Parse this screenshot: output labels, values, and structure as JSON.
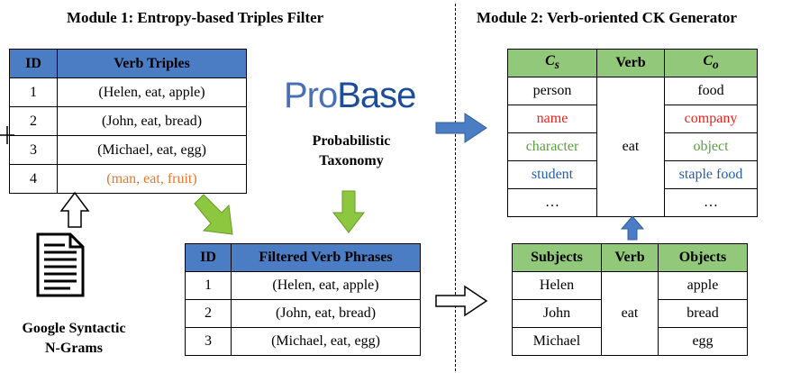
{
  "module1": {
    "title": "Module 1: Entropy-based Triples Filter",
    "triples_table": {
      "headers": [
        "ID",
        "Verb Triples"
      ],
      "rows": [
        {
          "id": "1",
          "triple": "(Helen, eat, apple)"
        },
        {
          "id": "2",
          "triple": "(John, eat, bread)"
        },
        {
          "id": "3",
          "triple": "(Michael, eat, egg)"
        },
        {
          "id": "4",
          "triple": "(man, eat, fruit)"
        }
      ]
    },
    "source_label_line1": "Google Syntactic",
    "source_label_line2": "N-Grams",
    "probase": {
      "logo_part1": "Pro",
      "logo_part2": "Base",
      "caption_line1": "Probabilistic",
      "caption_line2": "Taxonomy"
    },
    "filtered_table": {
      "headers": [
        "ID",
        "Filtered Verb Phrases"
      ],
      "rows": [
        {
          "id": "1",
          "phrase": "(Helen, eat, apple)"
        },
        {
          "id": "2",
          "phrase": "(John, eat, bread)"
        },
        {
          "id": "3",
          "phrase": "(Michael, eat, egg)"
        }
      ]
    }
  },
  "module2": {
    "title": "Module 2: Verb-oriented CK Generator",
    "ck_table": {
      "header_cs": "C",
      "header_cs_sub": "s",
      "header_verb": "Verb",
      "header_co": "C",
      "header_co_sub": "o",
      "verb": "eat",
      "rows": [
        {
          "cs": "person",
          "co": "food",
          "color": "black"
        },
        {
          "cs": "name",
          "co": "company",
          "color": "red"
        },
        {
          "cs": "character",
          "co": "object",
          "color": "green"
        },
        {
          "cs": "student",
          "co": "staple food",
          "color": "blue"
        },
        {
          "cs": "…",
          "co": "…",
          "color": "black"
        }
      ]
    },
    "so_table": {
      "headers": [
        "Subjects",
        "Verb",
        "Objects"
      ],
      "verb": "eat",
      "rows": [
        {
          "subject": "Helen",
          "object": "apple"
        },
        {
          "subject": "John",
          "object": "bread"
        },
        {
          "subject": "Michael",
          "object": "egg"
        }
      ]
    }
  },
  "colors": {
    "table_header_blue": "#4a7dc4",
    "table_header_green": "#92c87a",
    "arrow_blue": "#4a7dc4",
    "arrow_green": "#8dc63f",
    "highlight_red": "#e8231c",
    "highlight_green": "#5aa13e",
    "highlight_blue": "#1f5fb0",
    "highlight_orange": "#e8762d"
  }
}
